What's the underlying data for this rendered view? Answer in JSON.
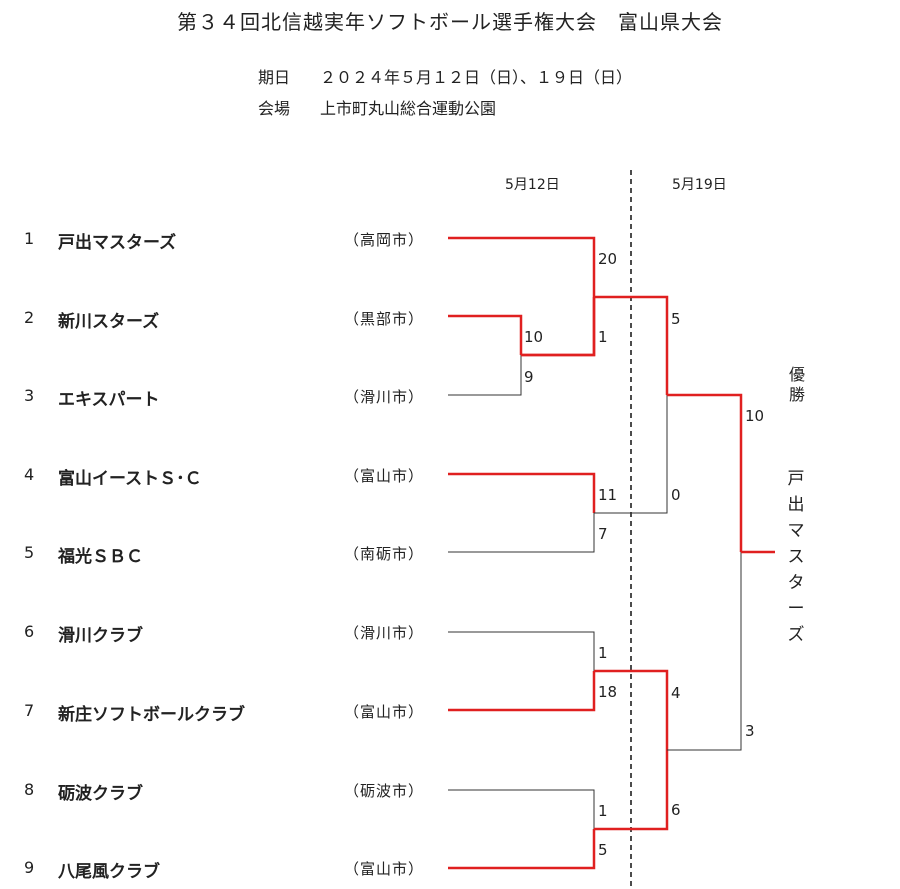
{
  "title": "第３４回北信越実年ソフトボール選手権大会　富山県大会",
  "schedule": {
    "date_label": "期日",
    "date_value": "２０２４年５月１２日（日）、１９日（日）",
    "venue_label": "会場",
    "venue_value": "上市町丸山総合運動公園"
  },
  "rounds": [
    "5月12日",
    "5月19日"
  ],
  "teams": [
    {
      "seed": "1",
      "name": "戸出マスターズ",
      "city": "（高岡市）"
    },
    {
      "seed": "2",
      "name": "新川スターズ",
      "city": "（黒部市）"
    },
    {
      "seed": "3",
      "name": "エキスパート",
      "city": "（滑川市）"
    },
    {
      "seed": "4",
      "name": "富山イーストＳ･Ｃ",
      "city": "（富山市）"
    },
    {
      "seed": "5",
      "name": "福光ＳＢＣ",
      "city": "（南砺市）"
    },
    {
      "seed": "6",
      "name": "滑川クラブ",
      "city": "（滑川市）"
    },
    {
      "seed": "7",
      "name": "新庄ソフトボールクラブ",
      "city": "（富山市）"
    },
    {
      "seed": "8",
      "name": "砺波クラブ",
      "city": "（砺波市）"
    },
    {
      "seed": "9",
      "name": "八尾風クラブ",
      "city": "（富山市）"
    }
  ],
  "scores": {
    "m23": [
      "10",
      "9"
    ],
    "m1v23": [
      "20",
      "1"
    ],
    "m45": [
      "11",
      "7"
    ],
    "m67": [
      "1",
      "18"
    ],
    "m89": [
      "1",
      "5"
    ],
    "sf_top": [
      "5",
      "0"
    ],
    "sf_bottom": [
      "4",
      "6"
    ],
    "final": [
      "10",
      "3"
    ]
  },
  "champion": {
    "label": "優勝",
    "name": "戸出マスターズ"
  },
  "colors": {
    "winner_line": "#e02020",
    "loser_line": "#333333"
  }
}
